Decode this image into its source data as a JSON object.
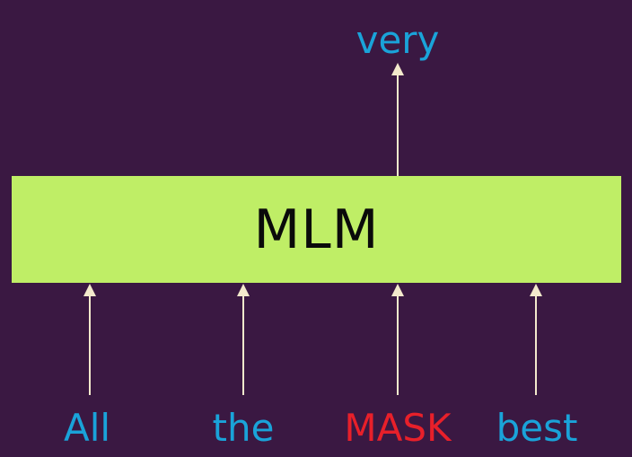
{
  "model": {
    "label": "MLM",
    "box_color": "#bfee66",
    "text_color": "#0a0a0a"
  },
  "output": {
    "token": "very",
    "color": "#1aa3d9"
  },
  "inputs": [
    {
      "token": "All",
      "color": "#1aa3d9"
    },
    {
      "token": "the",
      "color": "#1aa3d9"
    },
    {
      "token": "MASK",
      "color": "#e8202a"
    },
    {
      "token": "best",
      "color": "#1aa3d9"
    }
  ],
  "colors": {
    "background": "#3a1842",
    "arrow": "#f3e9cc"
  }
}
